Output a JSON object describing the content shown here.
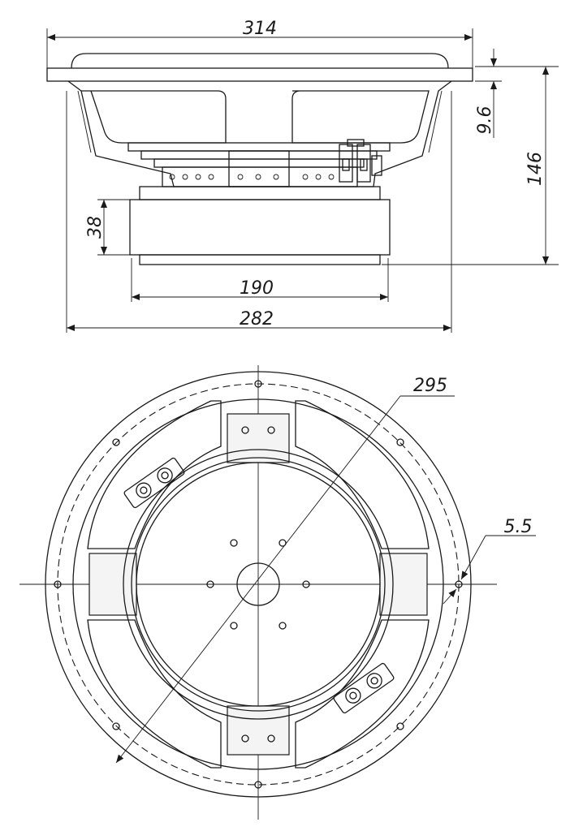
{
  "dimensions": {
    "overall_width": "314",
    "flange_thickness": "9.6",
    "total_depth": "146",
    "magnet_height": "38",
    "magnet_diameter": "190",
    "basket_width": "282",
    "bolt_circle_diameter": "295",
    "mount_hole_diameter": "5.5"
  },
  "colors": {
    "line": "#1a1a1a",
    "background": "#ffffff"
  }
}
